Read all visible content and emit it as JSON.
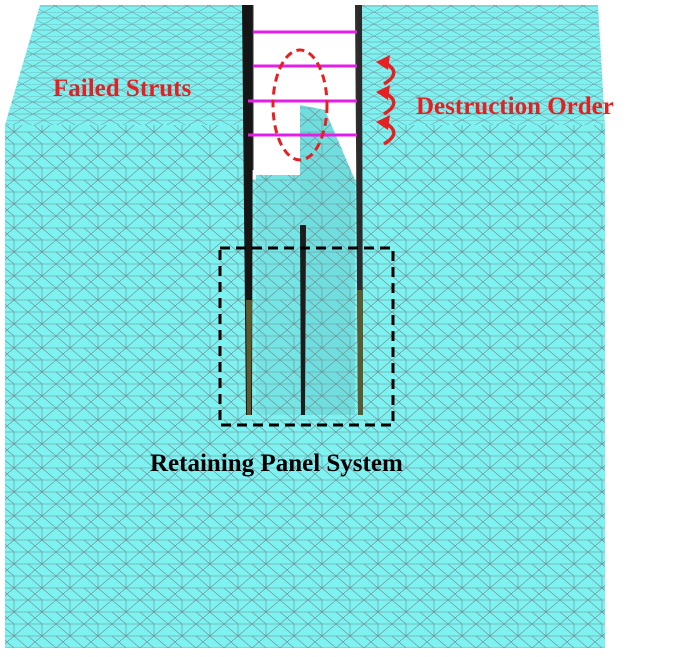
{
  "labels": {
    "failed_struts": "Failed Struts",
    "destruction_order": "Destruction Order",
    "retaining_panel_system": "Retaining Panel System"
  },
  "colors": {
    "soil": "#7ef1f1",
    "soil_side": "#76e6e6",
    "mesh": "#6d8a8f",
    "strut": "#e21ee8",
    "annotation_red": "#e62020",
    "panel": "#1a1a1a",
    "box": "#000000"
  },
  "struts": {
    "count": 4
  },
  "icons": [
    "curved-arrow-icon",
    "dashed-ellipse",
    "dashed-box"
  ]
}
